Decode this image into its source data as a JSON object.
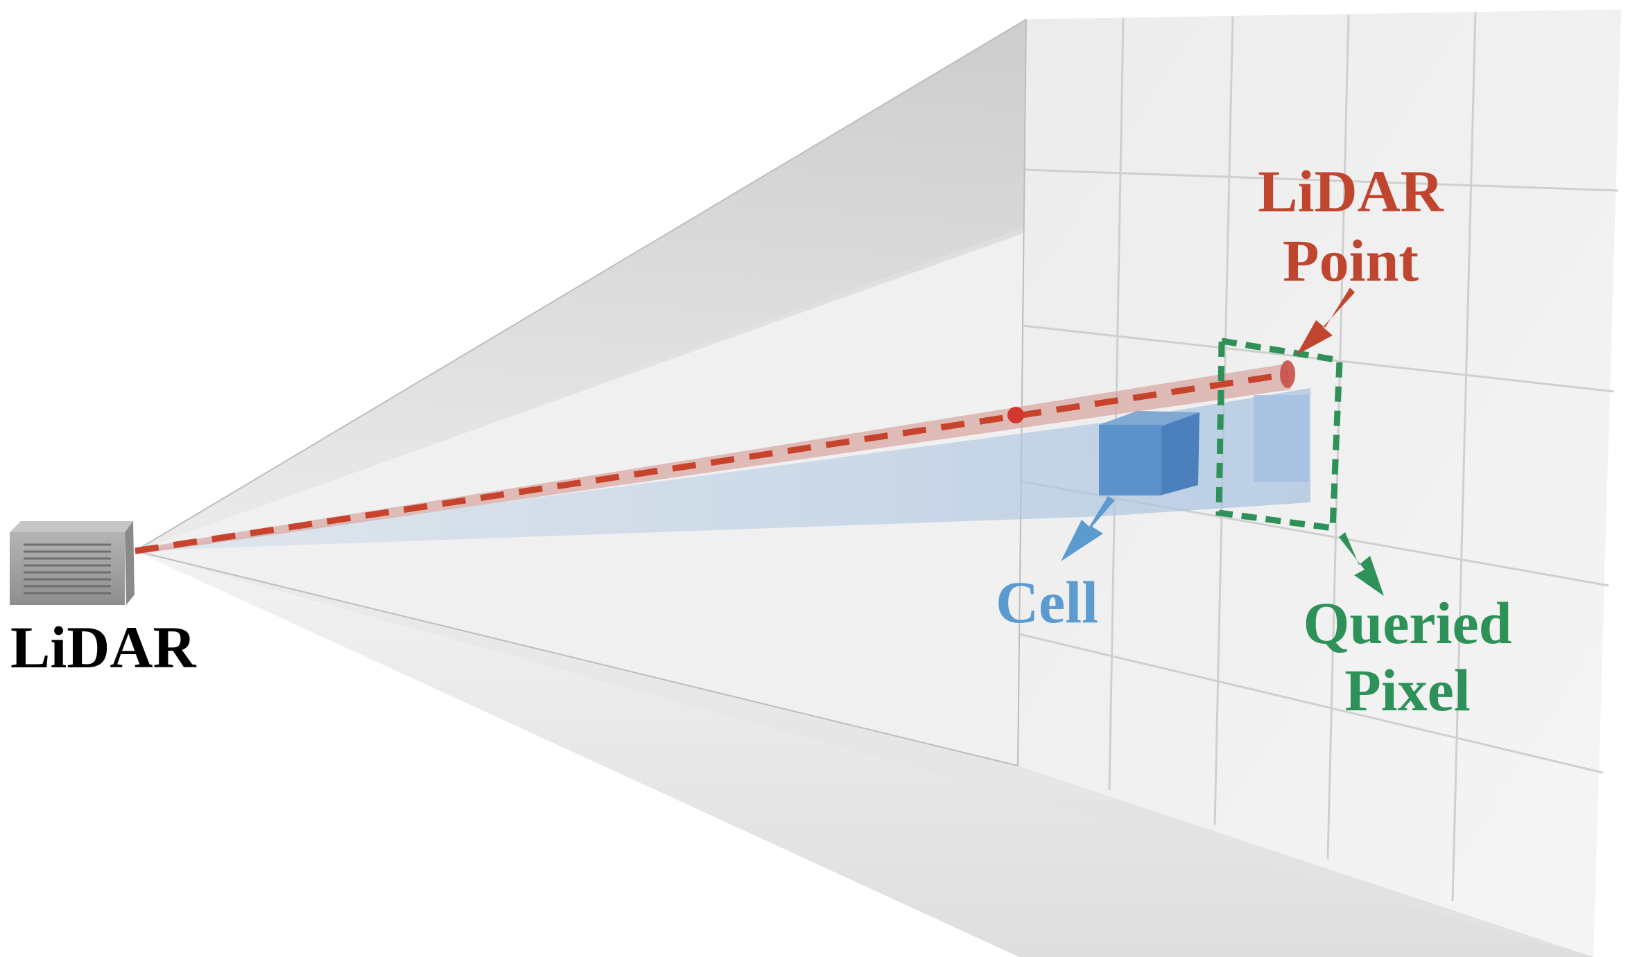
{
  "labels": {
    "lidar_device": "LiDAR",
    "lidar_point_line1": "LiDAR",
    "lidar_point_line2": "Point",
    "cell": "Cell",
    "queried_pixel_line1": "Queried",
    "queried_pixel_line2": "Pixel"
  },
  "colors": {
    "ray": "#c8432b",
    "lidar_point_label": "#c0452e",
    "cell": "#5b95c9",
    "cell_label": "#5b9bd0",
    "queried_pixel": "#2e9158",
    "device_label": "#000000",
    "frustum": "#d4d4d4",
    "image_plane": "#f1f1f1",
    "grid_lines": "#cfcfcf"
  },
  "icons": {
    "device": "lidar-sensor-icon",
    "arrows": "pointer-arrow-icon"
  }
}
